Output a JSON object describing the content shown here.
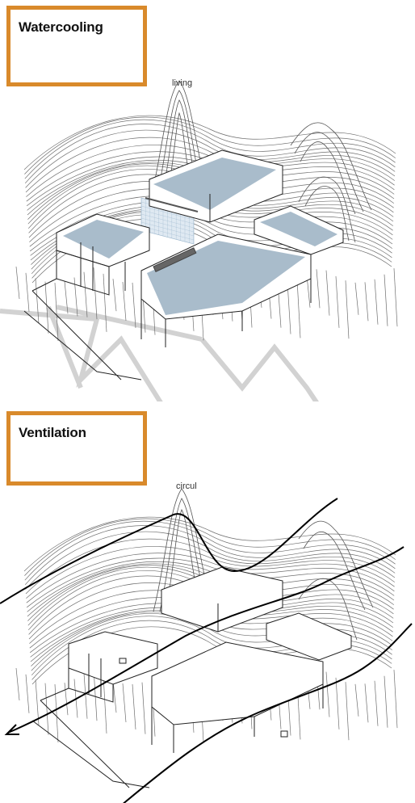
{
  "panels": [
    {
      "title": "Watercooling",
      "tag": "living"
    },
    {
      "title": "Ventilation",
      "tag": "circul"
    }
  ],
  "colors": {
    "frame": "#d98a2b",
    "water": "#a9bccb",
    "contour": "#6f6f6f",
    "arrow": "#000000",
    "guide": "#cfcfcf"
  }
}
